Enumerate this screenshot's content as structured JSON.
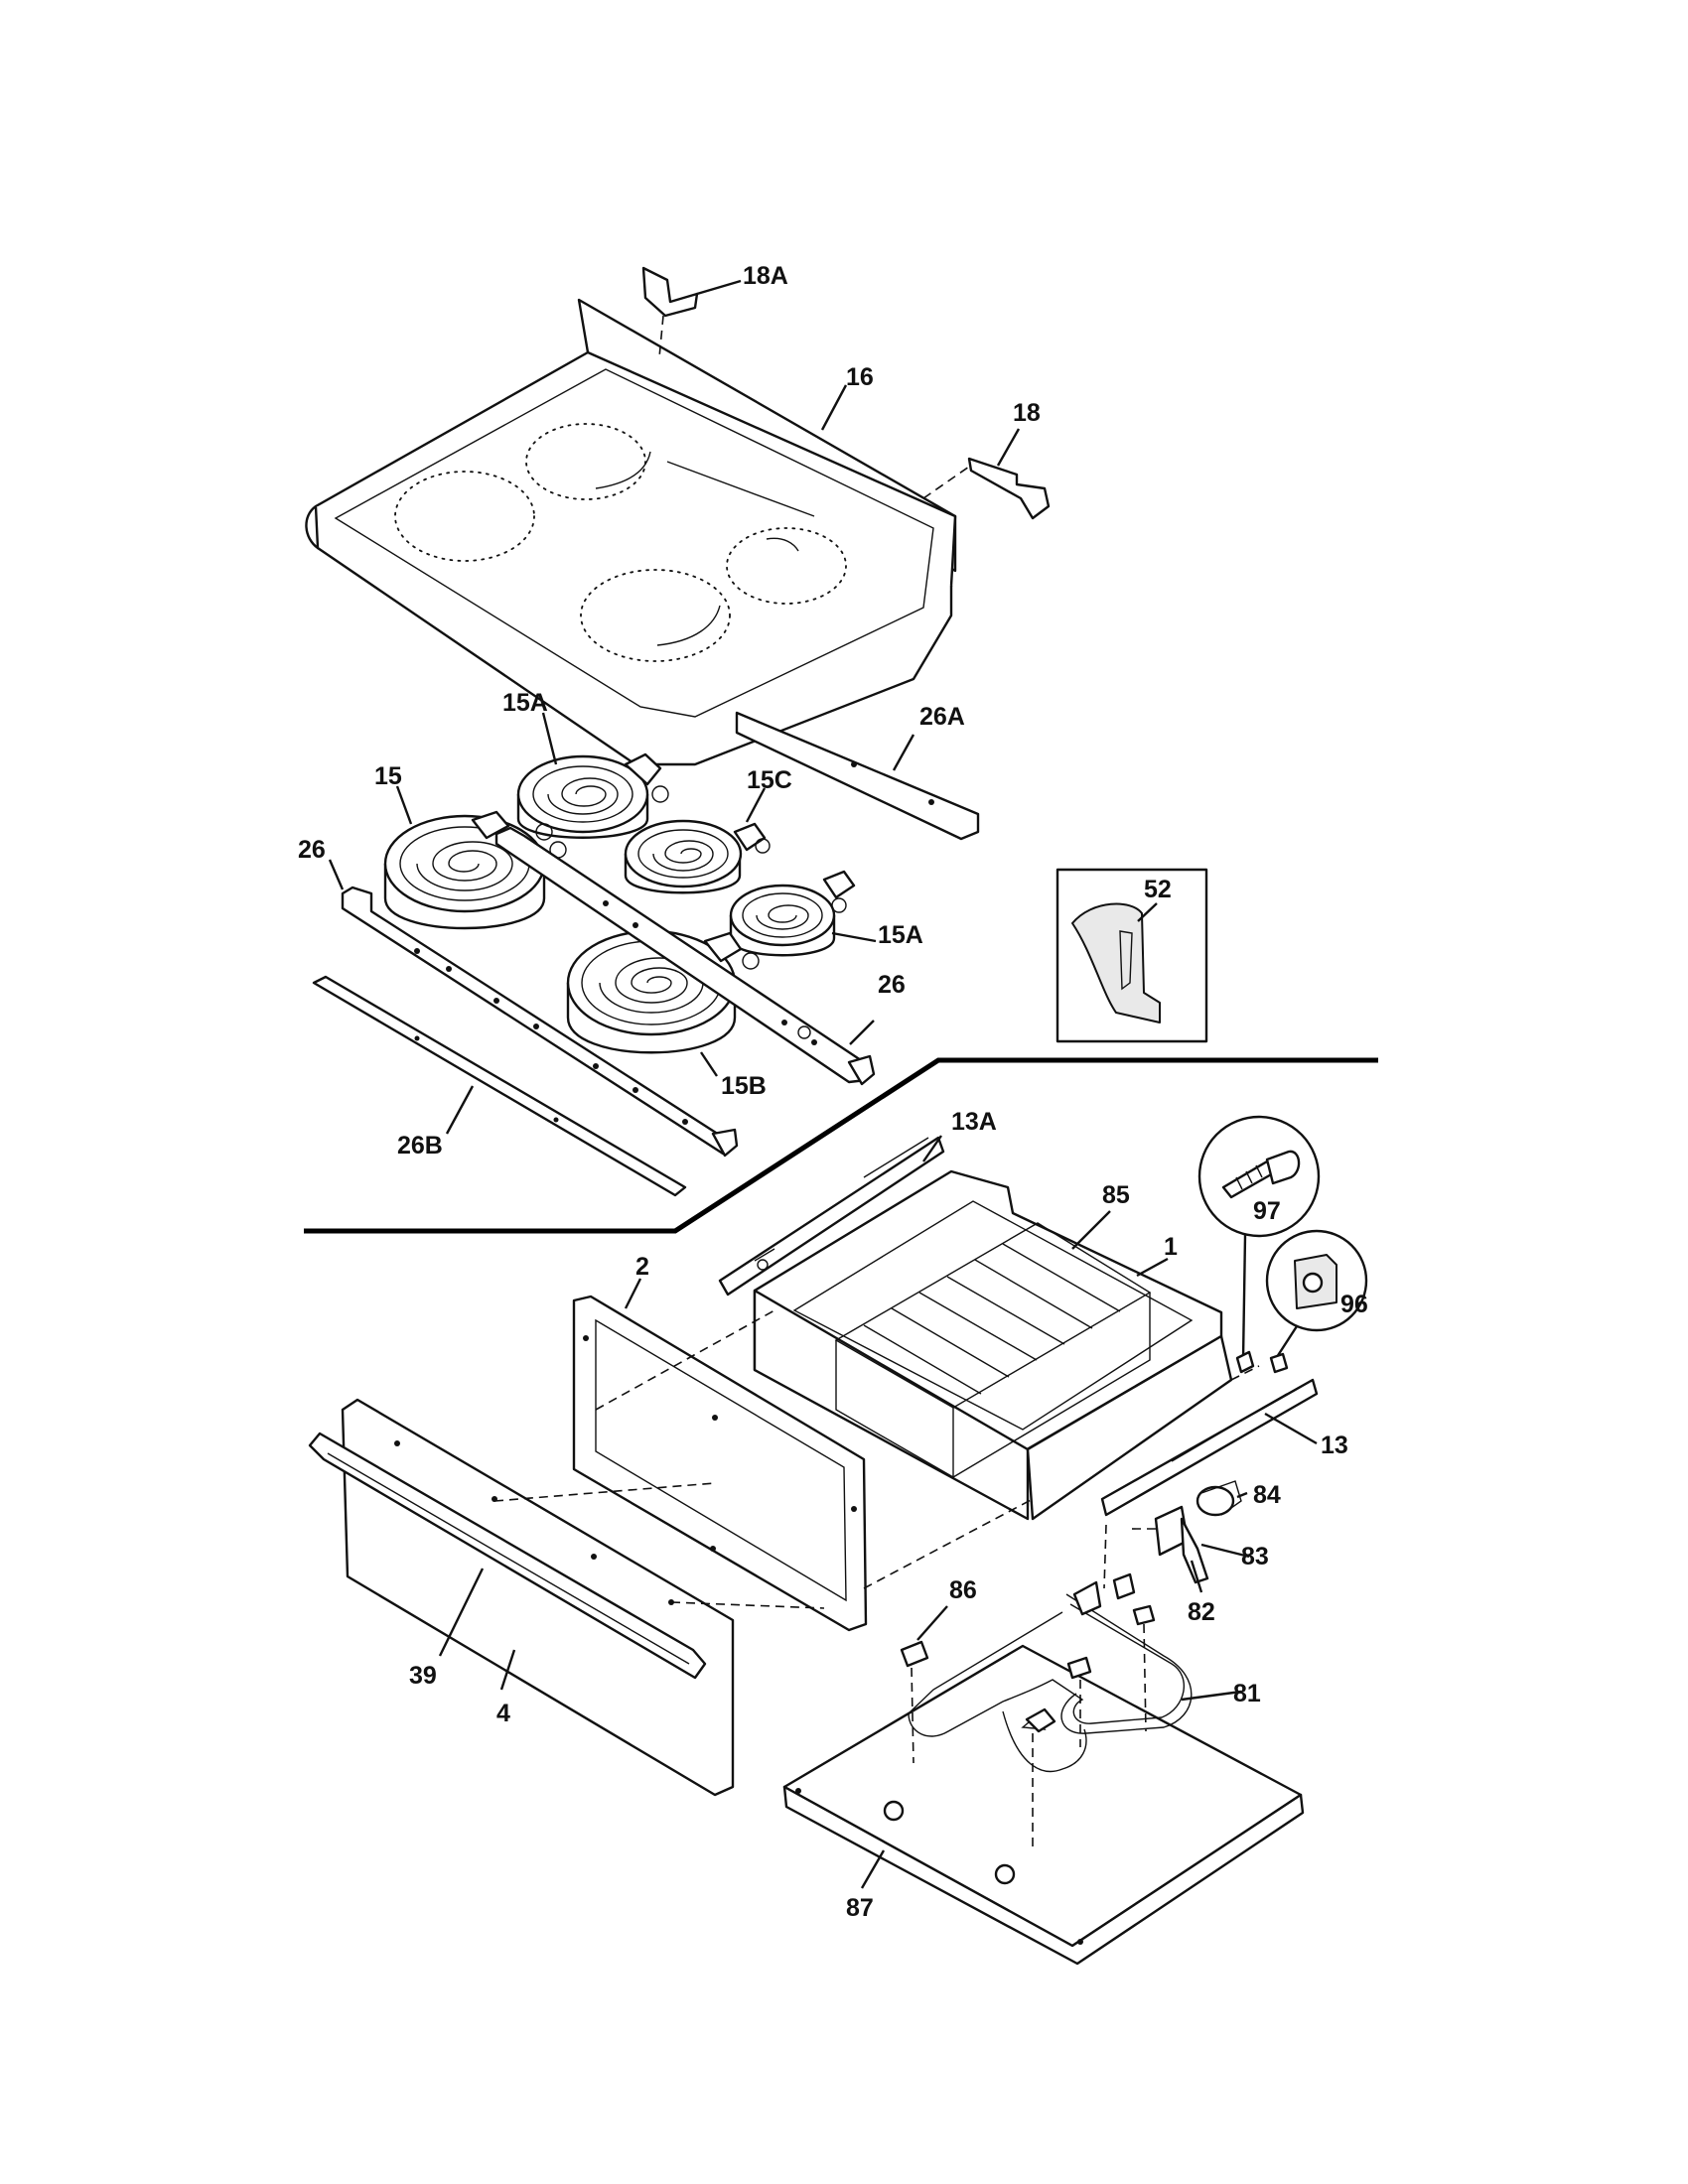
{
  "labels": {
    "l18A": "18A",
    "l16": "16",
    "l18": "18",
    "l15A_top": "15A",
    "l26A": "26A",
    "l15": "15",
    "l15C": "15C",
    "l26_left": "26",
    "l52": "52",
    "l15A_right": "15A",
    "l26_right": "26",
    "l15B": "15B",
    "l26B": "26B",
    "l13A": "13A",
    "l97": "97",
    "l85": "85",
    "l1": "1",
    "l2": "2",
    "l96": "96",
    "l13": "13",
    "l84": "84",
    "l83": "83",
    "l86": "86",
    "l82": "82",
    "l39": "39",
    "l81": "81",
    "l4": "4",
    "l87": "87"
  }
}
